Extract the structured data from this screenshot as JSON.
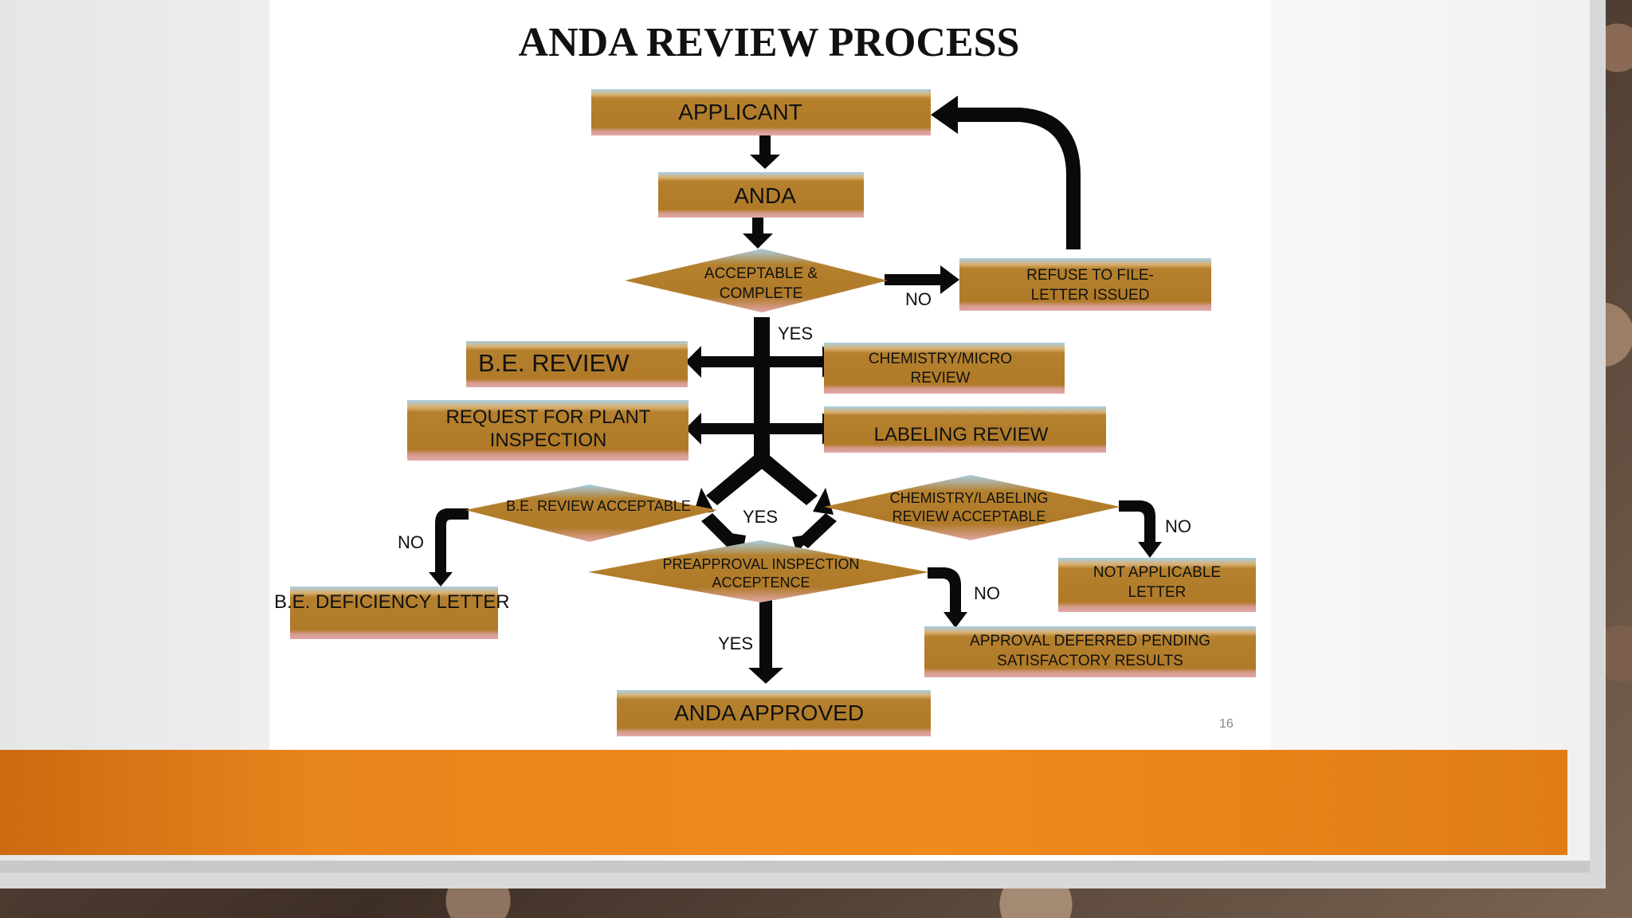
{
  "title": "ANDA REVIEW PROCESS",
  "page_number": "16",
  "nodes": {
    "applicant": "APPLICANT",
    "anda": "ANDA",
    "acceptable_l1": "ACCEPTABLE &",
    "acceptable_l2": "COMPLETE",
    "refuse_l1": "REFUSE TO FILE-",
    "refuse_l2": "LETTER ISSUED",
    "be_review": "B.E. REVIEW",
    "chem_micro_l1": "CHEMISTRY/MICRO",
    "chem_micro_l2": "REVIEW",
    "plant_l1": "REQUEST FOR PLANT",
    "plant_l2": "INSPECTION",
    "labeling": "LABELING REVIEW",
    "be_acceptable": "B.E. REVIEW ACCEPTABLE",
    "chem_label_l1": "CHEMISTRY/LABELING",
    "chem_label_l2": "REVIEW ACCEPTABLE",
    "preapproval_l1": "PREAPPROVAL INSPECTION",
    "preapproval_l2": "ACCEPTENCE",
    "be_deficiency": "B.E. DEFICIENCY LETTER",
    "not_applicable_l1": "NOT APPLICABLE",
    "not_applicable_l2": "LETTER",
    "deferred_l1": "APPROVAL DEFERRED PENDING",
    "deferred_l2": "SATISFACTORY RESULTS",
    "approved": "ANDA APPROVED"
  },
  "edges": {
    "no": "NO",
    "yes": "YES"
  },
  "colors": {
    "box_fill": "#b5812e",
    "box_top": "#9cc4dc",
    "box_bottom": "#d49090",
    "arrow": "#0a0a0a",
    "band": "#e8841c"
  }
}
